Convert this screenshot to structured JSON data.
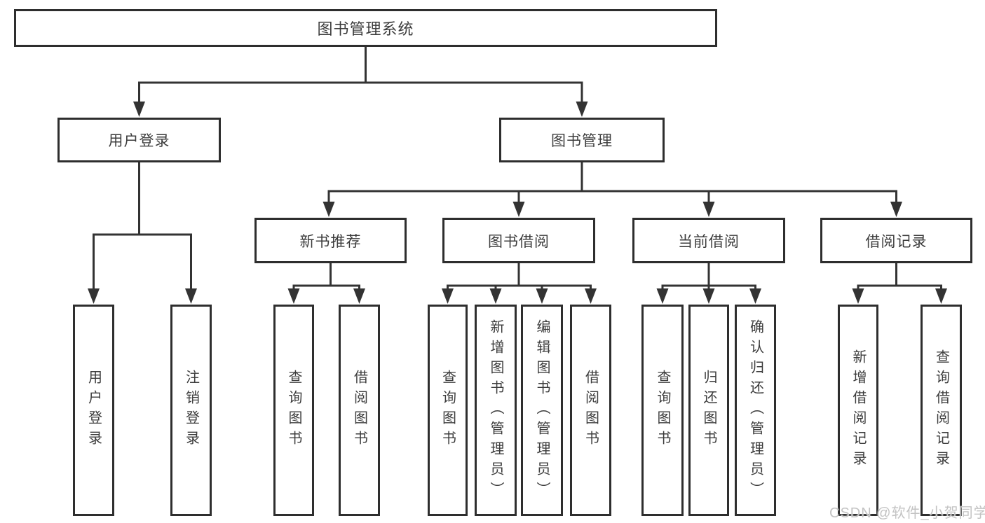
{
  "colors": {
    "line": "#333333",
    "box_border": "#2e2e2e",
    "text": "#3c3c3c",
    "background": "#ffffff",
    "watermark": "#c3c3c3"
  },
  "diagram": {
    "root": {
      "label": "图书管理系统"
    },
    "level2": [
      {
        "label": "用户登录"
      },
      {
        "label": "图书管理"
      }
    ],
    "level3": [
      {
        "label": "新书推荐",
        "parent": "图书管理"
      },
      {
        "label": "图书借阅",
        "parent": "图书管理"
      },
      {
        "label": "当前借阅",
        "parent": "图书管理"
      },
      {
        "label": "借阅记录",
        "parent": "图书管理"
      }
    ],
    "leaves": [
      {
        "label": "用户登录",
        "parent": "用户登录"
      },
      {
        "label": "注销登录",
        "parent": "用户登录"
      },
      {
        "label": "查询图书",
        "parent": "新书推荐"
      },
      {
        "label": "借阅图书",
        "parent": "新书推荐"
      },
      {
        "label": "查询图书",
        "parent": "图书借阅"
      },
      {
        "label": "新增图书（管理员）",
        "parent": "图书借阅"
      },
      {
        "label": "编辑图书（管理员）",
        "parent": "图书借阅"
      },
      {
        "label": "借阅图书",
        "parent": "图书借阅"
      },
      {
        "label": "查询图书",
        "parent": "当前借阅"
      },
      {
        "label": "归还图书",
        "parent": "当前借阅"
      },
      {
        "label": "确认归还（管理员）",
        "parent": "当前借阅"
      },
      {
        "label": "新增借阅记录",
        "parent": "借阅记录"
      },
      {
        "label": "查询借阅记录",
        "parent": "借阅记录"
      }
    ]
  },
  "watermark": {
    "text": "CSDN @软件_小贺同学"
  }
}
